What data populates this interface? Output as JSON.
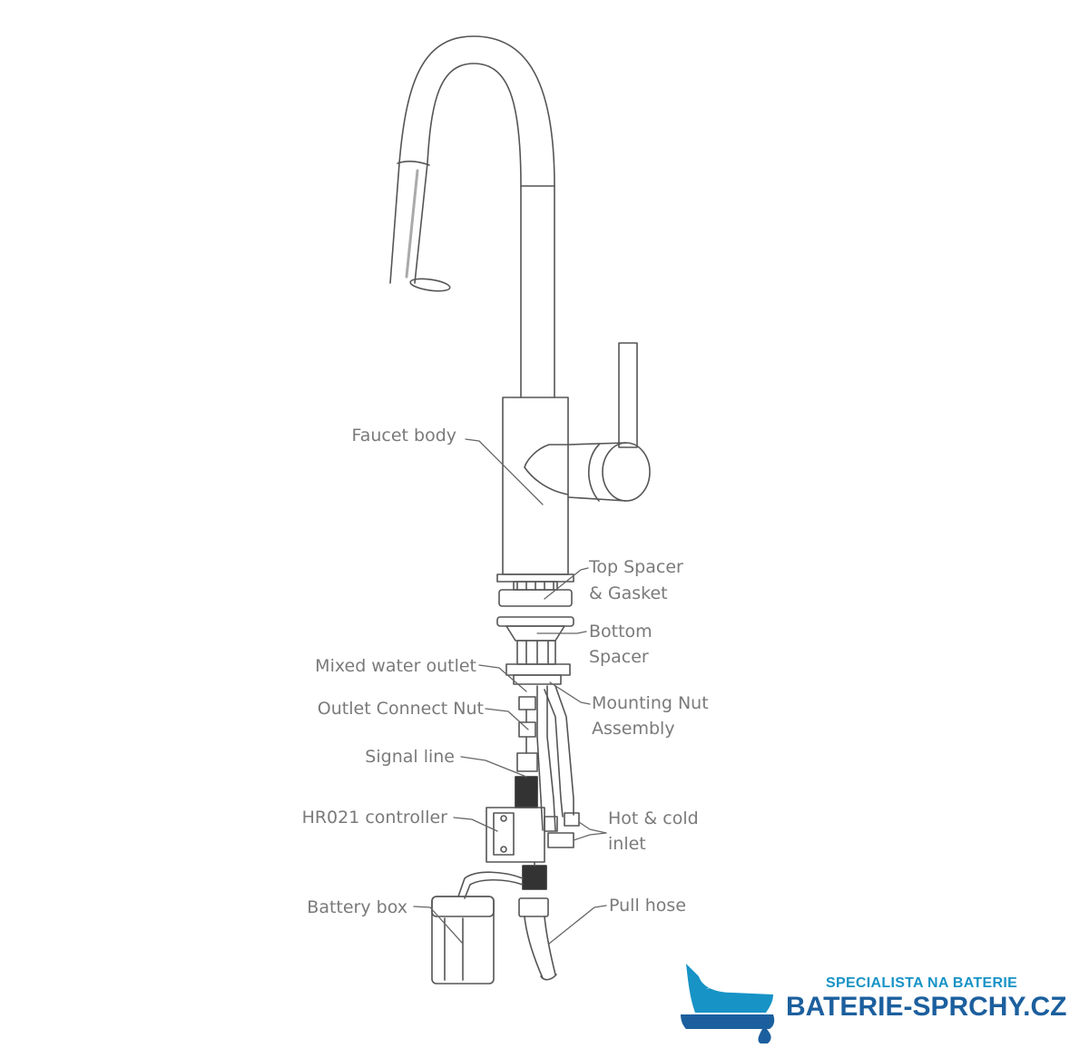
{
  "labels": {
    "faucet_body": "Faucet body",
    "top_spacer_1": "Top Spacer",
    "top_spacer_2": "& Gasket",
    "bottom_spacer_1": "Bottom",
    "bottom_spacer_2": "Spacer",
    "mixed_water_outlet": "Mixed water outlet",
    "outlet_connect_nut": "Outlet Connect Nut",
    "mounting_nut_1": "Mounting Nut",
    "mounting_nut_2": "Assembly",
    "signal_line": "Signal line",
    "hr021_controller": "HR021 controller",
    "hot_cold_1": "Hot & cold",
    "hot_cold_2": "inlet",
    "battery_box": "Battery box",
    "pull_hose": "Pull hose"
  },
  "logo": {
    "tagline": "SPECIALISTA NA BATERIE",
    "brand": "BATERIE-SPRCHY.CZ",
    "colors": {
      "light_blue": "#1793c6",
      "dark_blue": "#1c5f9e"
    }
  },
  "colors": {
    "line": "#555555",
    "label": "#7a7a7a"
  }
}
